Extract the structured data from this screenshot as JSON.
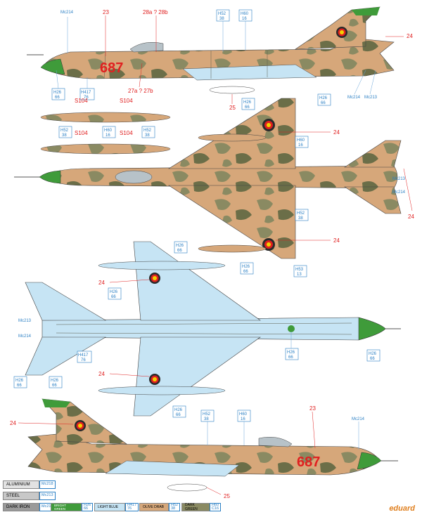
{
  "serial": "687",
  "callouts": {
    "c23": "23",
    "c24": "24",
    "c25": "25",
    "c28": "28a ? 28b",
    "c27": "27a ? 27b",
    "s104": "S104"
  },
  "codes": {
    "mc214": "Mc214",
    "mc213": "Mc213",
    "mc218": "Mc218",
    "h52a": "H52",
    "h52b": "38",
    "h60a": "H60",
    "h60b": "16",
    "h26a": "H26",
    "h26b": "66",
    "h417a": "H417",
    "h417b": "76",
    "h53a": "H53",
    "h53b": "13"
  },
  "legend": {
    "aluminium": "ALUMINIUM",
    "steel": "STEEL",
    "dark_iron": "DARK IRON",
    "bright_green": "BRIGHT GREEN",
    "light_blue": "LIGHT BLUE",
    "olive_drab": "OLIVE DRAB",
    "dark_green": "DARK GREEN",
    "h26": "H26",
    "n66": "66",
    "h417": "H417",
    "n76": "76",
    "h52": "H52",
    "n38": "38",
    "h60": "H60",
    "c16": "C16"
  },
  "colors": {
    "tan": "#d6a77a",
    "olive": "#8a8a62",
    "dark_green": "#5f6a3c",
    "bright_green": "#3f9b3a",
    "light_blue": "#c6e4f4",
    "red": "#e02020",
    "accent_orange": "#e08020"
  },
  "brand": "eduard"
}
